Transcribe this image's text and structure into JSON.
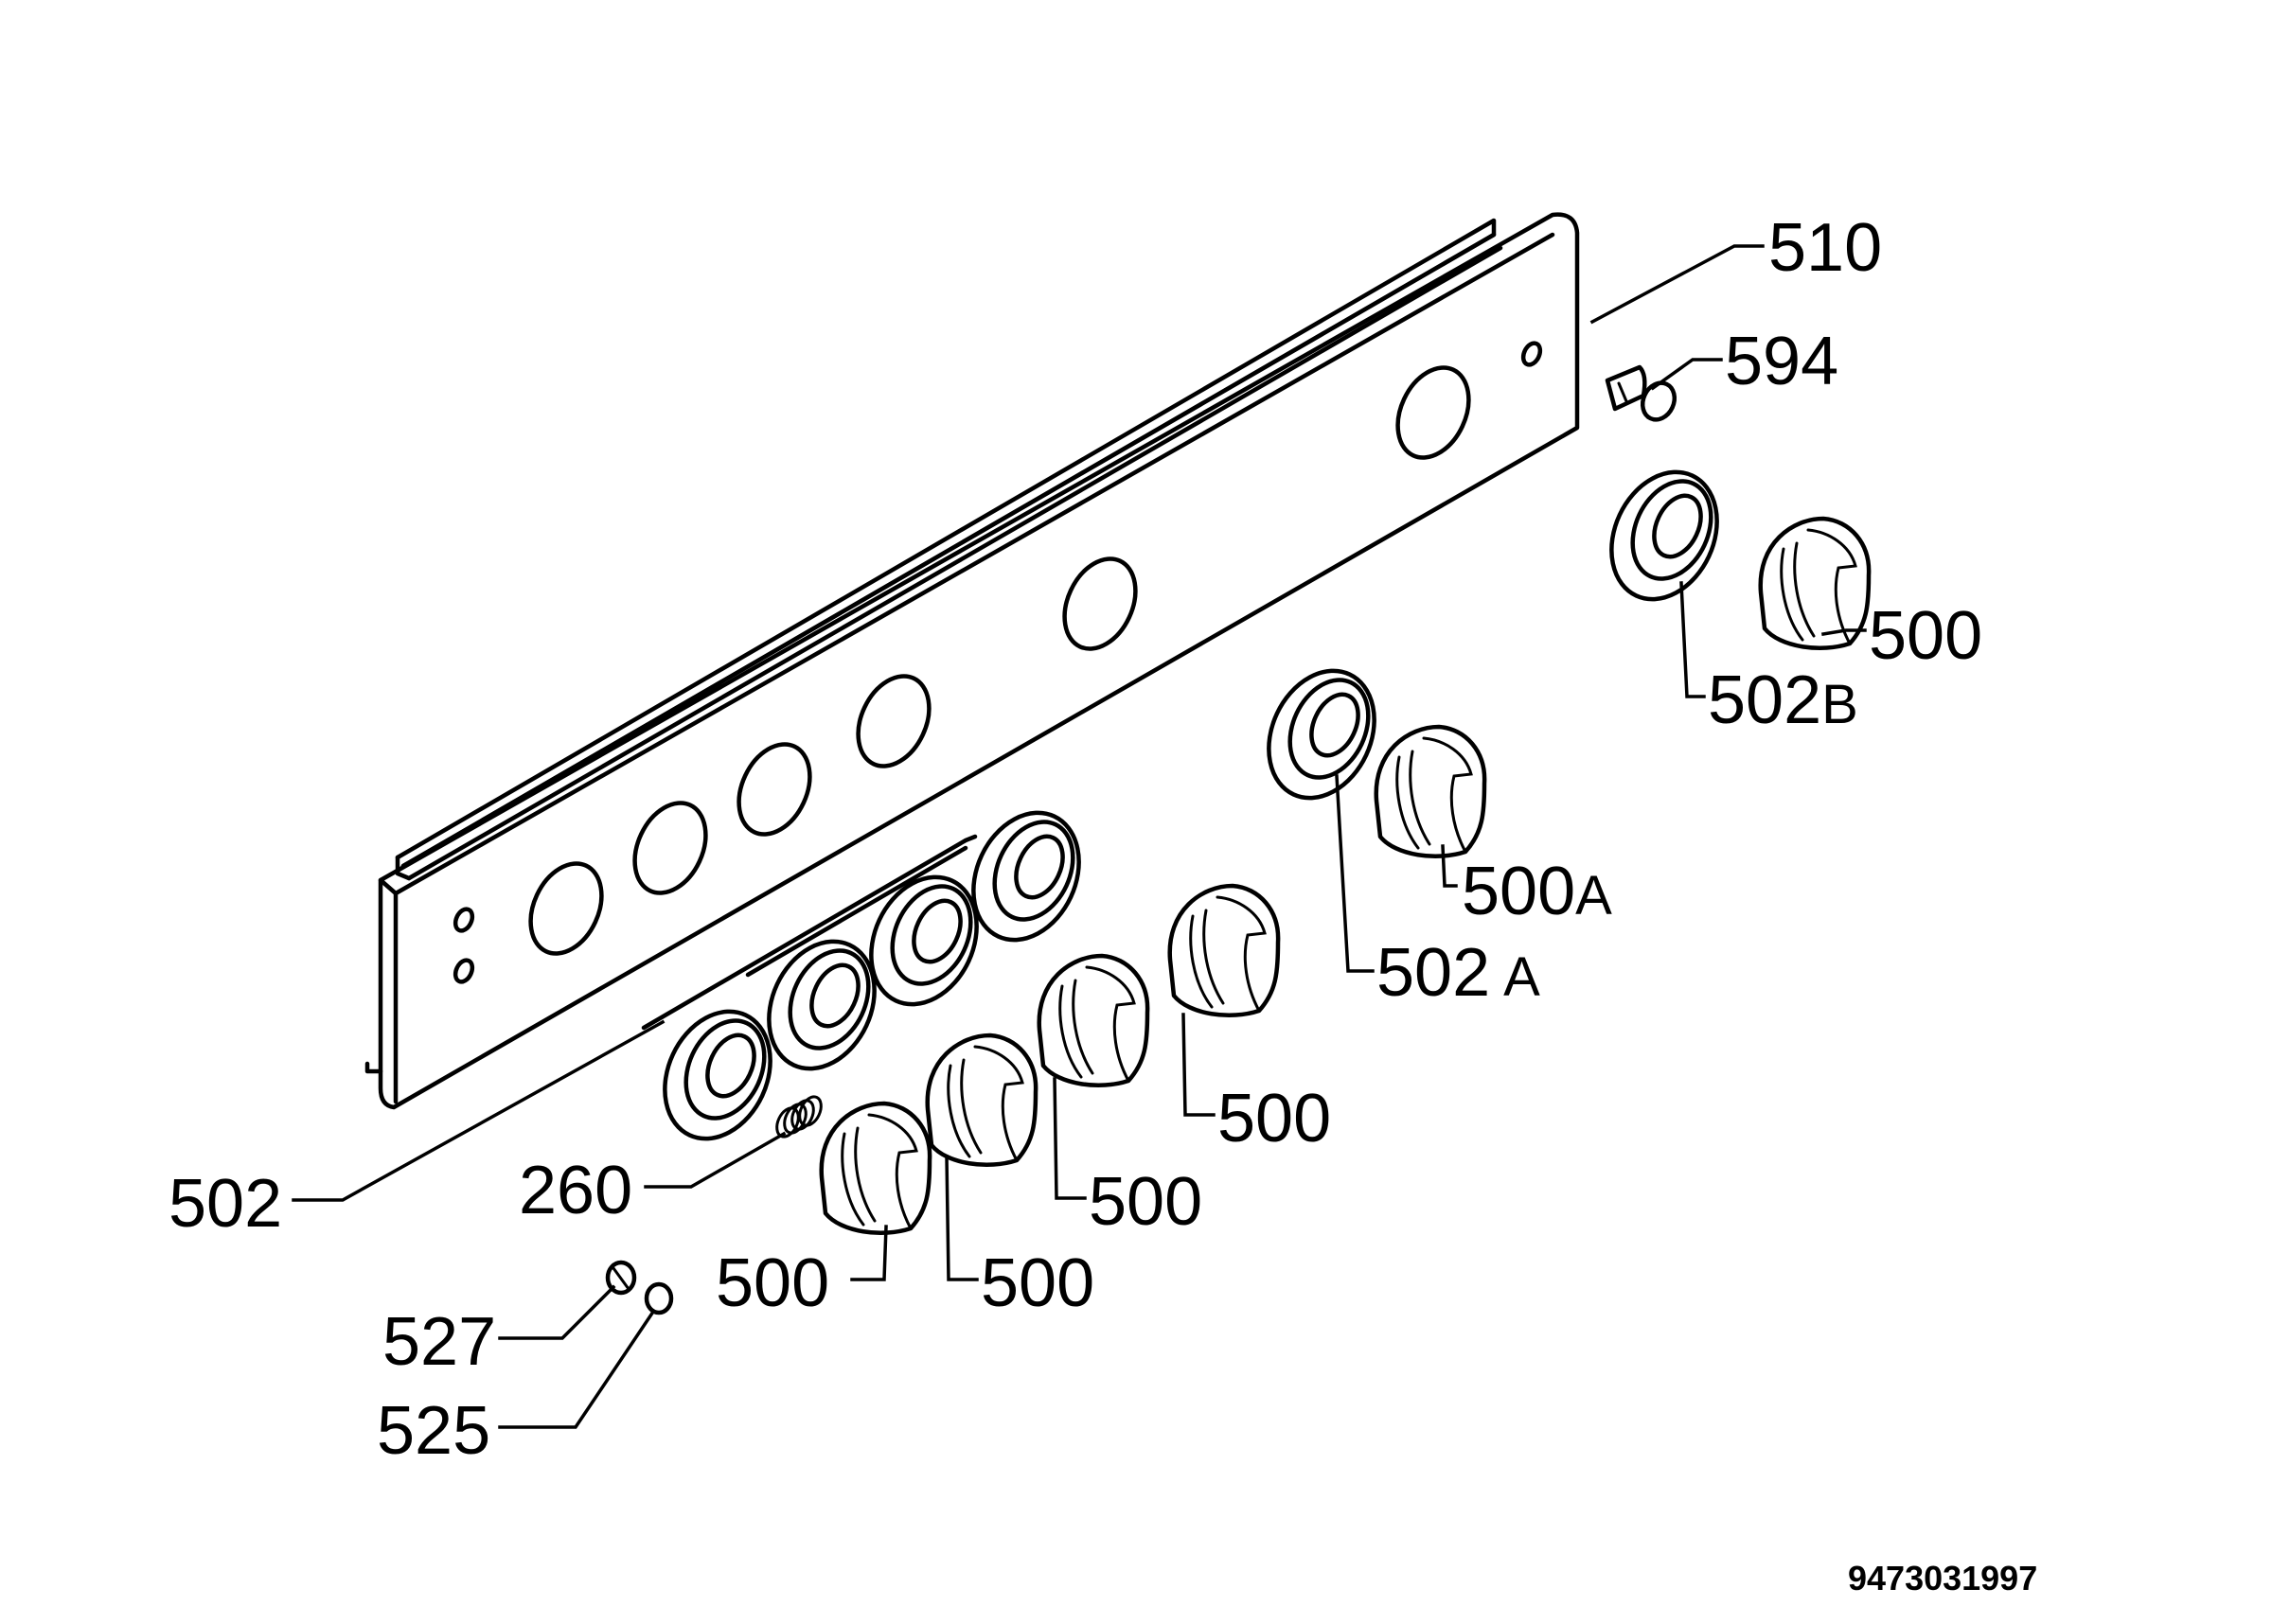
{
  "labels": {
    "p510": "510",
    "p594": "594",
    "p500_right": "500",
    "p502b_num": "502",
    "p502b_suffix": "B",
    "p500a_num": "500",
    "p500a_suffix": "A",
    "p502a_num": "502",
    "p502a_suffix": "A",
    "p500_mid": "500",
    "p500_mid2": "500",
    "p500_low2": "500",
    "p500_low1": "500",
    "p502": "502",
    "p260": "260",
    "p527": "527",
    "p525": "525"
  },
  "drawing_code": "9473031997"
}
